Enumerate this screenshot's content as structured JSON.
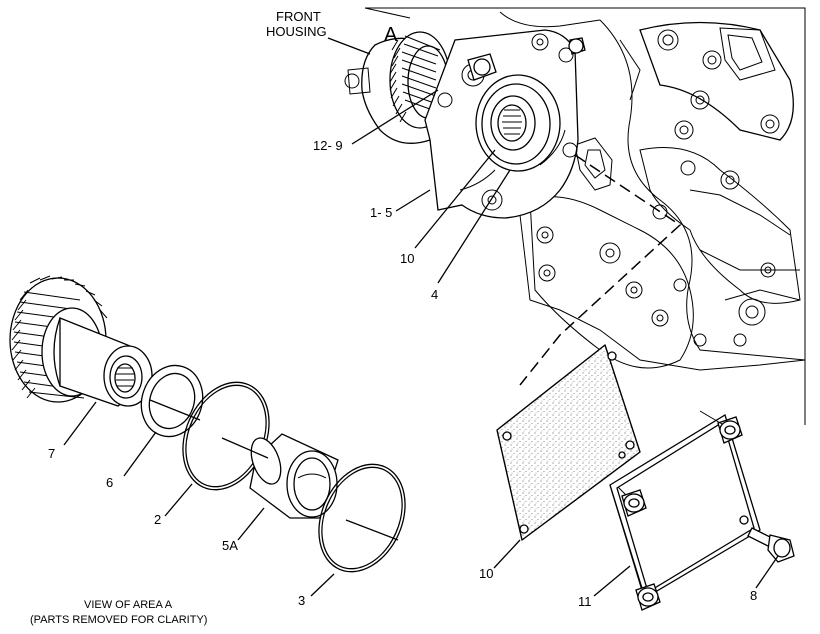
{
  "labels": {
    "front_housing_line1": "FRONT",
    "front_housing_line2": "HOUSING",
    "area_a": "A",
    "part_12_9": "12- 9",
    "part_1_5": "1- 5",
    "part_10_top": "10",
    "part_4": "4",
    "part_7": "7",
    "part_6": "6",
    "part_2": "2",
    "part_5a": "5A",
    "part_3": "3",
    "part_10_bottom": "10",
    "part_11": "11",
    "part_8": "8"
  },
  "caption": {
    "line1": "VIEW OF AREA  A",
    "line2": "(PARTS REMOVED FOR CLARITY)"
  },
  "colors": {
    "line": "#000000",
    "background": "#ffffff"
  }
}
